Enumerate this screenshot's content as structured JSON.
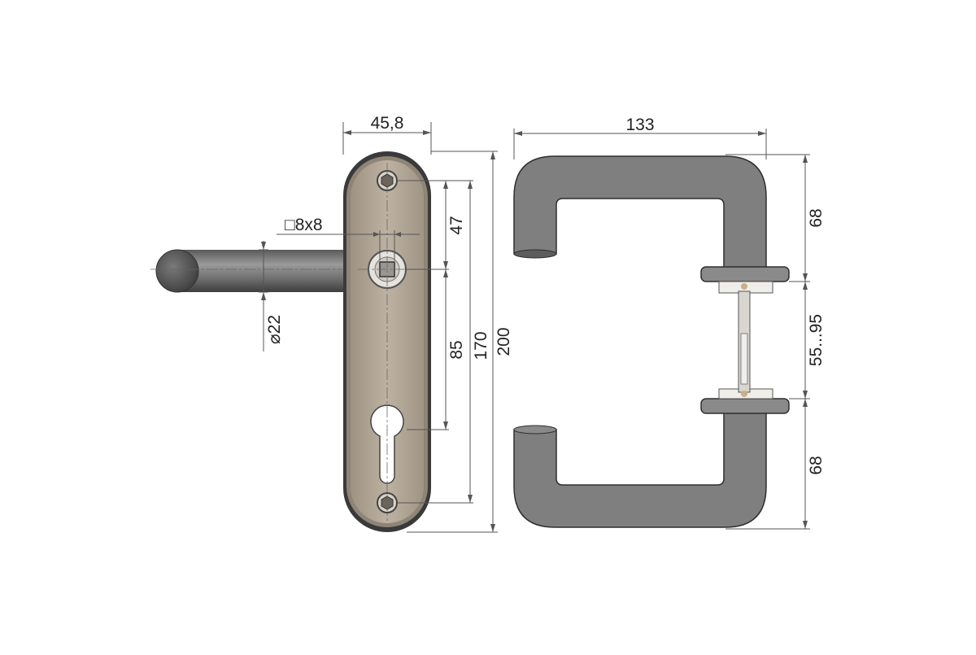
{
  "dimensions": {
    "plate_width": "45,8",
    "spindle": "8x8",
    "spindle_prefix": "□",
    "diameter": "22",
    "diameter_prefix": "⌀",
    "spindle_to_top": "47",
    "spindle_to_cylinder": "85",
    "screw_spacing": "170",
    "plate_height": "200",
    "handle_length": "133",
    "handle_projection_top": "68",
    "door_thickness": "55...95",
    "handle_projection_bottom": "68"
  },
  "colors": {
    "plate": "#b1a696",
    "plate_rim": "#3a3a3a",
    "handle": "#7f7f7f",
    "line": "#555555"
  }
}
